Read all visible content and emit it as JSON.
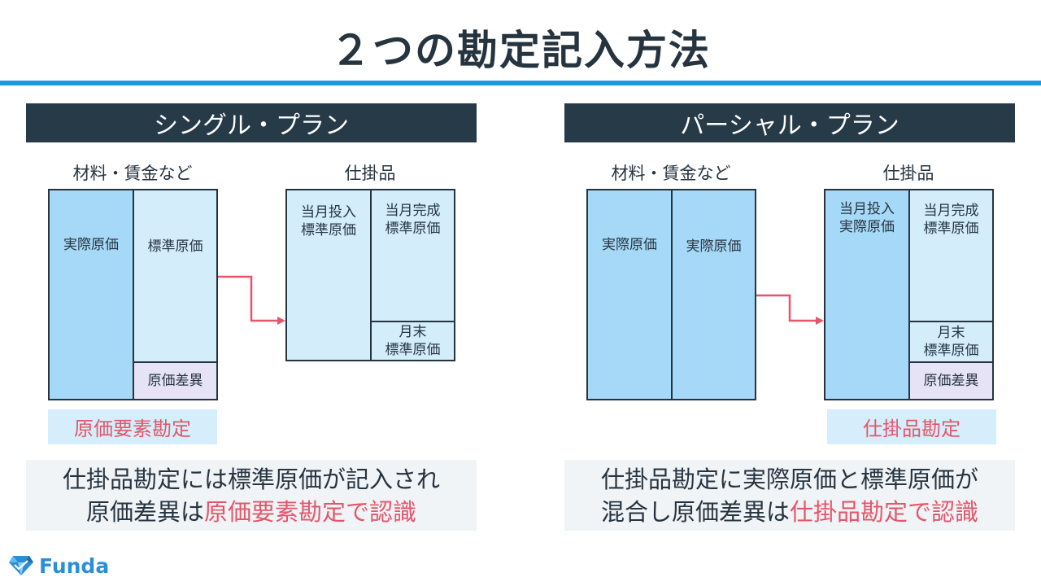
{
  "title": "２つの勘定記入方法",
  "colors": {
    "accent": "#1a9bdc",
    "banner": "#263a48",
    "arrow": "#e4566a",
    "highlight": "#e4566a"
  },
  "left": {
    "banner": "シングル・プラン",
    "materials_caption": "材料・賃金など",
    "wip_caption": "仕掛品",
    "materials_left": "実際原価",
    "materials_right": "標準原価",
    "materials_variance": "原価差異",
    "wip_input": [
      "当月投入",
      "標準原価"
    ],
    "wip_completed": [
      "当月完成",
      "標準原価"
    ],
    "wip_ending": [
      "月末",
      "標準原価"
    ],
    "tag": "原価要素勘定",
    "note_line1": "仕掛品勘定には標準原価が記入され",
    "note_line2_plain": "原価差異は",
    "note_line2_highlight": "原価要素勘定で認識"
  },
  "right": {
    "banner": "パーシャル・プラン",
    "materials_caption": "材料・賃金など",
    "wip_caption": "仕掛品",
    "materials_left": "実際原価",
    "materials_right": "実際原価",
    "wip_input": [
      "当月投入",
      "実際原価"
    ],
    "wip_completed": [
      "当月完成",
      "標準原価"
    ],
    "wip_ending": [
      "月末",
      "標準原価"
    ],
    "wip_variance": "原価差異",
    "tag": "仕掛品勘定",
    "note_line1": "仕掛品勘定に実際原価と標準原価が",
    "note_line2_plain": "混合し原価差異は",
    "note_line2_highlight": "仕掛品勘定で認識"
  },
  "logo": {
    "text": "Funda",
    "icon": "diamond-logo-icon"
  }
}
